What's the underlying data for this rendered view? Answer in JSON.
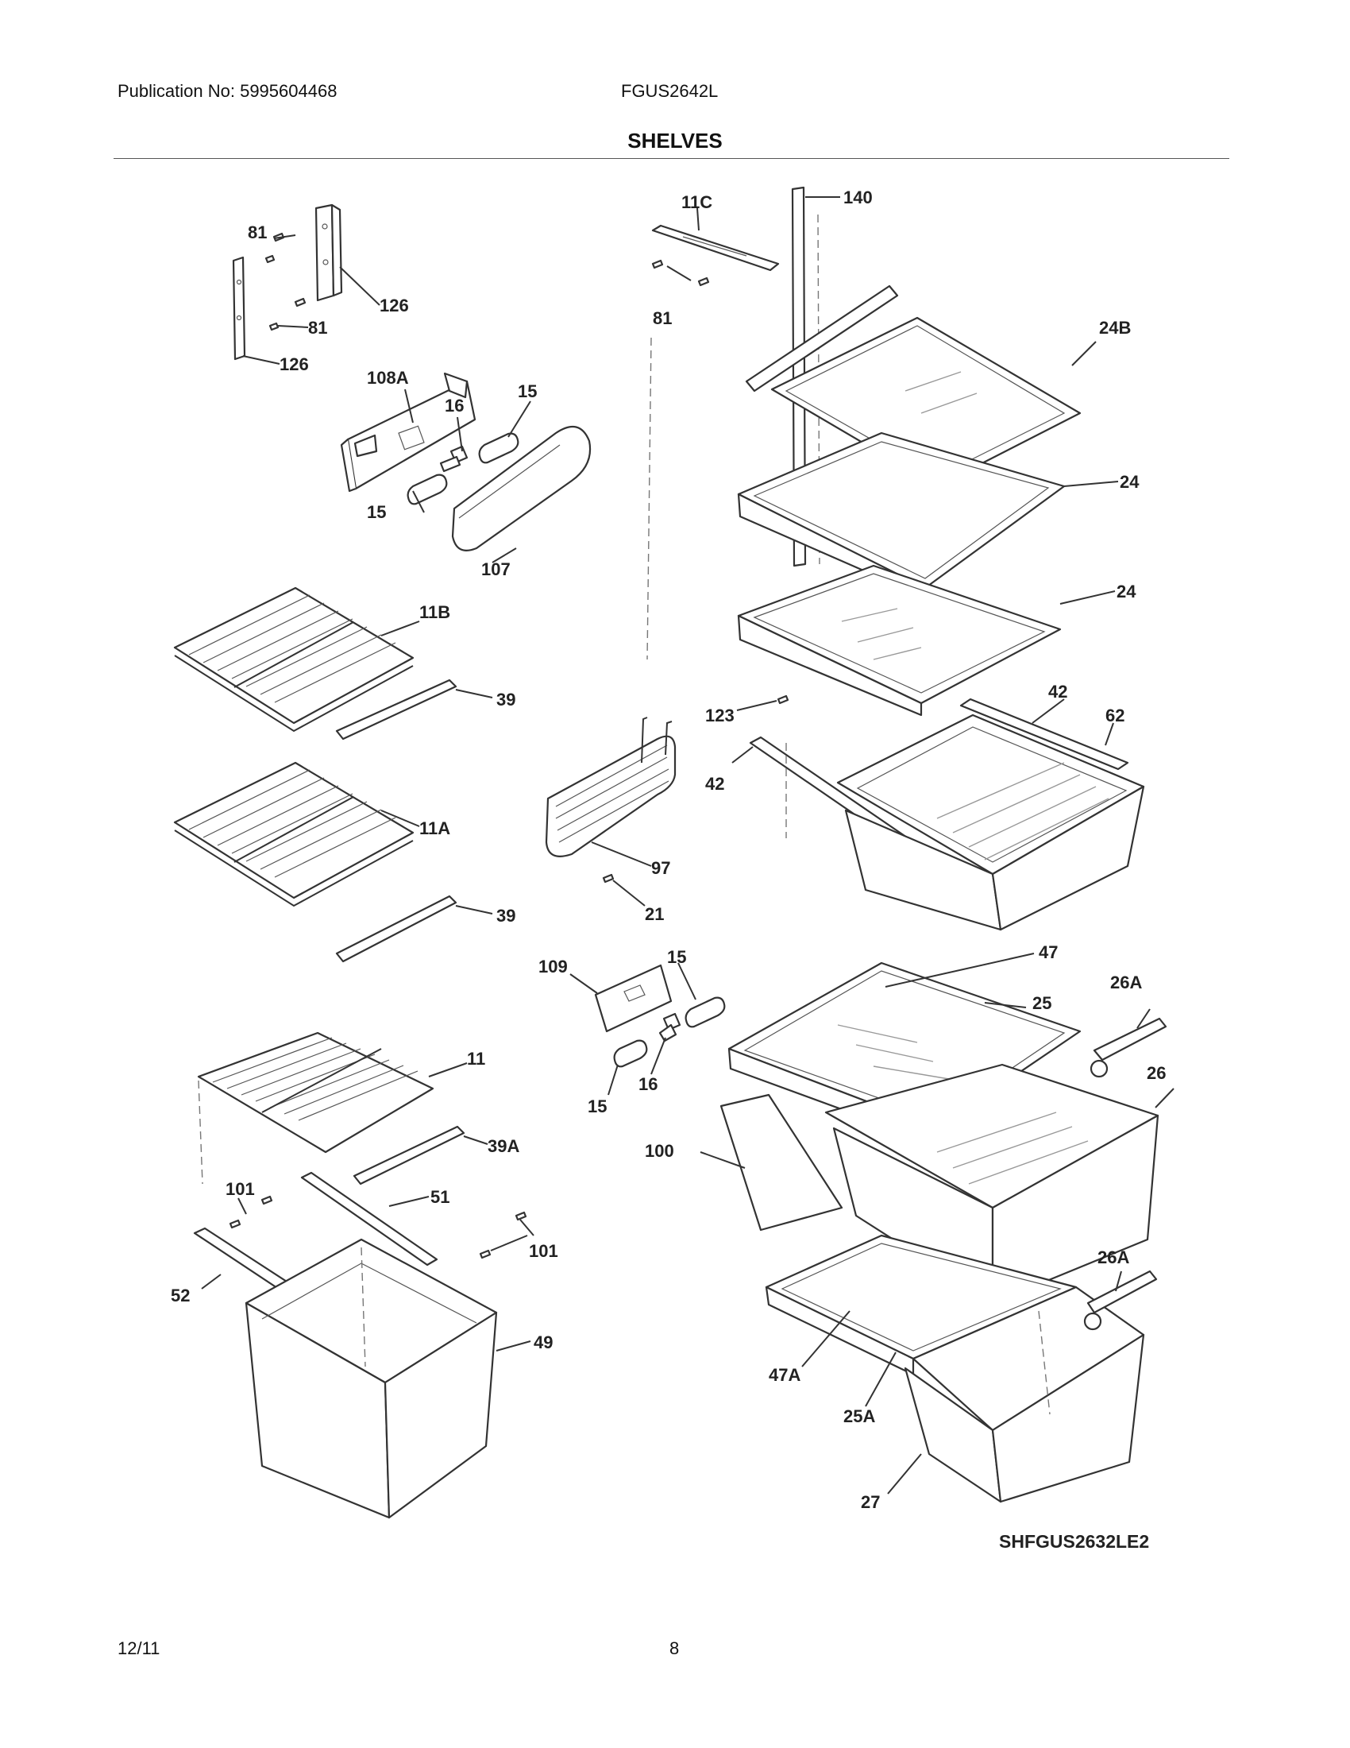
{
  "header": {
    "publication": "Publication No: 5995604468",
    "model": "FGUS2642L",
    "title": "SHELVES"
  },
  "diagram": {
    "drawing_id": "SHFGUS2632LE2",
    "callouts": {
      "c81a": "81",
      "c126a": "126",
      "c81b": "81",
      "c126b": "126",
      "c108A": "108A",
      "c16a": "16",
      "c15a": "15",
      "c15b": "15",
      "c107": "107",
      "c11B": "11B",
      "c39a": "39",
      "c11A": "11A",
      "c39b": "39",
      "c11": "11",
      "c39A": "39A",
      "c101a": "101",
      "c51": "51",
      "c101b": "101",
      "c52": "52",
      "c49": "49",
      "c11C": "11C",
      "c140": "140",
      "c81c": "81",
      "c24B": "24B",
      "c24a": "24",
      "c24b": "24",
      "c123": "123",
      "c42a": "42",
      "c62": "62",
      "c42b": "42",
      "c97": "97",
      "c21": "21",
      "c109": "109",
      "c15c": "15",
      "c15d": "15",
      "c16b": "16",
      "c47": "47",
      "c25": "25",
      "c26A": "26A",
      "c26": "26",
      "c100": "100",
      "c26Ab": "26A",
      "c47A": "47A",
      "c25A": "25A",
      "c27": "27"
    }
  },
  "footer": {
    "date": "12/11",
    "page": "8"
  }
}
